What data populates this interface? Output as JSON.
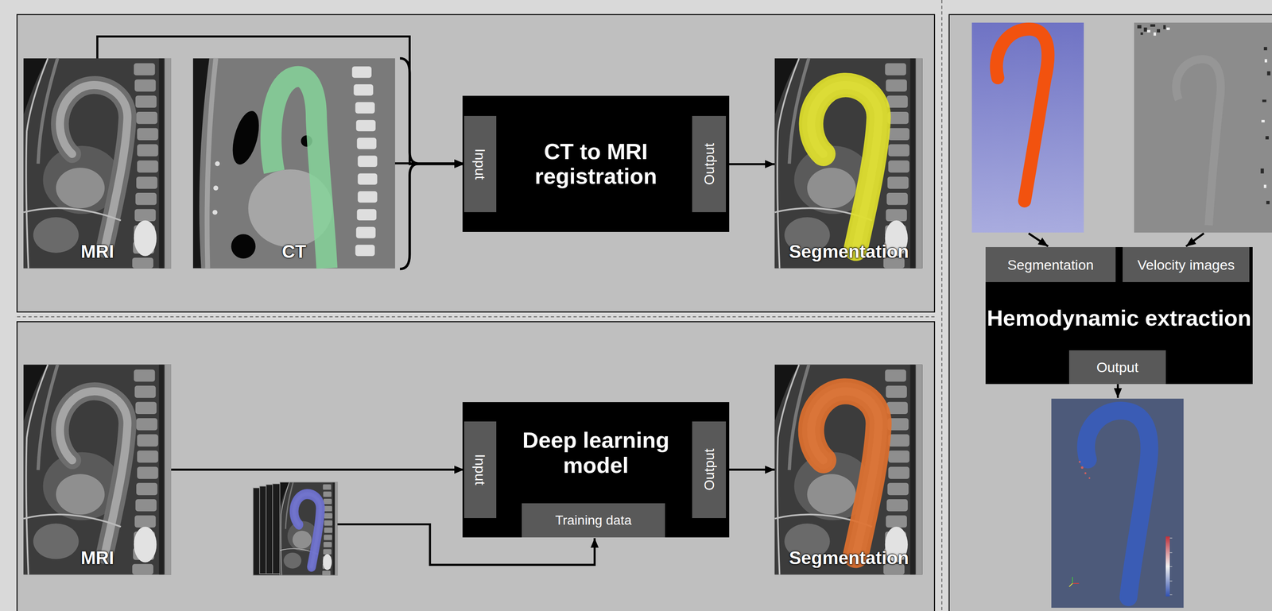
{
  "diagram": {
    "nodes": [
      {
        "text": [
          "MRI"
        ]
      },
      {
        "text": [
          "CT"
        ]
      },
      {
        "text": [
          "CT to MRI registration"
        ]
      },
      {
        "text": [
          "Input"
        ],
        "in": 2
      },
      {
        "text": [
          "Output"
        ],
        "in": 2
      },
      {
        "text": [
          "Segmentation"
        ]
      },
      {
        "text": [
          "MRI"
        ]
      },
      {
        "text": [
          "Deep learning model"
        ]
      },
      {
        "text": [
          "Input"
        ],
        "in": 7
      },
      {
        "text": [
          "Output"
        ],
        "in": 7
      },
      {
        "text": [
          "Training data"
        ],
        "in": 7
      },
      {
        "text": [
          "Segmentation"
        ]
      },
      {
        "text": [
          "Hemodynamic extraction"
        ]
      },
      {
        "text": [
          "Segmentation"
        ],
        "in": 12
      },
      {
        "text": [
          "Velocity images"
        ],
        "in": 12
      },
      {
        "text": [
          "Output"
        ],
        "in": 12
      }
    ],
    "edges": [
      {
        "from": 0,
        "to": 3,
        "arrow": "to"
      },
      {
        "from": 1,
        "to": 3,
        "arrow": "to"
      },
      {
        "from": 4,
        "to": 5,
        "arrow": "to"
      },
      {
        "from": 6,
        "to": 8,
        "arrow": "to"
      },
      {
        "from": 9,
        "to": 11,
        "arrow": "to"
      }
    ]
  }
}
